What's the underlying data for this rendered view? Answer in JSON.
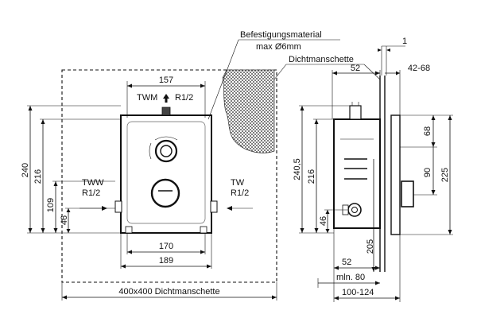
{
  "labels": {
    "befestigung_title": "Befestigungsmaterial",
    "befestigung_spec": "max Ø6mm",
    "dichtmanschette": "Dichtmanschette",
    "dichtmanschette_size": "400x400  Dichtmanschette",
    "twm": "TWM",
    "twm_thread": "R1/2",
    "tww": "TWW",
    "tww_thread": "R1/2",
    "tw": "TW",
    "tw_thread": "R1/2",
    "min_depth": "mln. 80"
  },
  "dimensions": {
    "front_top_width": "157",
    "front_height_outer": "240",
    "front_height_inner": "216",
    "front_height_109": "109",
    "front_height_46": "46",
    "front_width_170": "170",
    "front_width_189": "189",
    "side_top_52": "52",
    "side_top_1": "1",
    "side_top_42_68": "42-68",
    "side_height_240_5": "240,5",
    "side_height_216": "216",
    "side_height_46": "46",
    "side_height_205": "205",
    "side_height_68": "68",
    "side_height_90": "90",
    "side_height_225": "225",
    "side_bottom_52": "52",
    "side_bottom_100_124": "100-124"
  }
}
